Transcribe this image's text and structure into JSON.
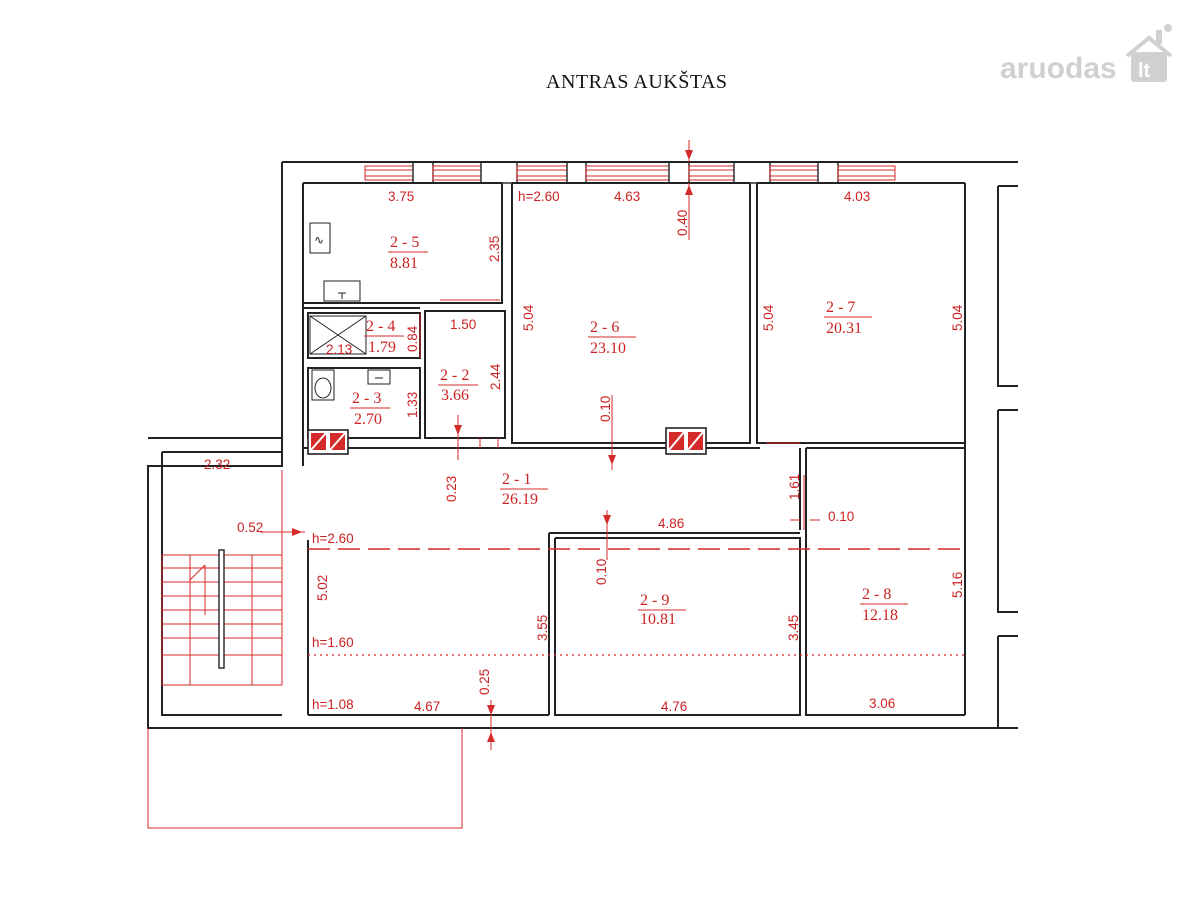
{
  "title": "ANTRAS AUKŠTAS",
  "logo": {
    "text": "aruodas",
    "suffix": "lt"
  },
  "rooms": {
    "r2_5": {
      "id": "2 - 5",
      "area": "8.81"
    },
    "r2_6": {
      "id": "2 - 6",
      "area": "23.10"
    },
    "r2_7": {
      "id": "2 - 7",
      "area": "20.31"
    },
    "r2_4": {
      "id": "2 - 4",
      "area": "1.79"
    },
    "r2_2": {
      "id": "2 - 2",
      "area": "3.66"
    },
    "r2_3": {
      "id": "2 - 3",
      "area": "2.70"
    },
    "r2_1": {
      "id": "2 - 1",
      "area": "26.19"
    },
    "r2_9": {
      "id": "2 - 9",
      "area": "10.81"
    },
    "r2_8": {
      "id": "2 - 8",
      "area": "12.18"
    }
  },
  "dims": {
    "d375": "3.75",
    "d235": "2.35",
    "h260a": "h=2.60",
    "d463": "4.63",
    "d040": "0.40",
    "d403": "4.03",
    "d504a": "5.04",
    "d504b": "5.04",
    "d504c": "5.04",
    "d150": "1.50",
    "d084": "0.84",
    "d213": "2.13",
    "d244": "2.44",
    "d133": "1.33",
    "d010a": "0.10",
    "d232": "2.32",
    "d023": "0.23",
    "d161": "1.61",
    "d052": "0.52",
    "d486": "4.86",
    "d010b": "0.10",
    "h260b": "h=2.60",
    "d010c": "0.10",
    "d502": "5.02",
    "d516": "5.16",
    "h160": "h=1.60",
    "d355": "3.55",
    "d345": "3.45",
    "d025": "0.25",
    "h108": "h=1.08",
    "d467": "4.67",
    "d476": "4.76",
    "d306": "3.06"
  },
  "colors": {
    "wall": "#222222",
    "annotation": "#cc2222",
    "logo": "#d0d0d0"
  }
}
